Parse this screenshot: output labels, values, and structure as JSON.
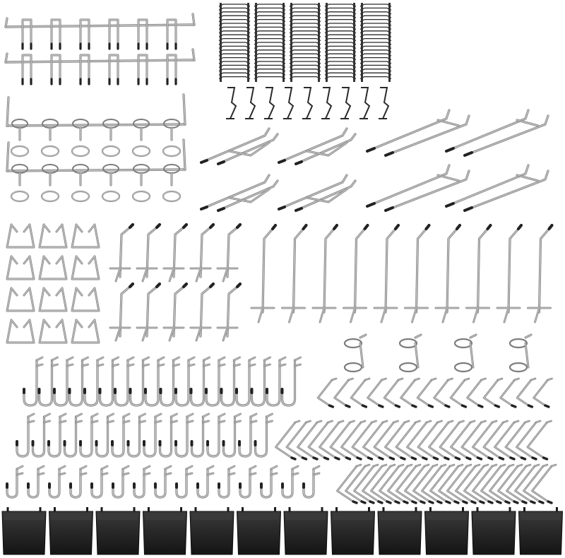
{
  "image": {
    "subject": "pegboard-hook-assortment",
    "background_color": "#ffffff",
    "colors": {
      "metal": "#b9b9b9",
      "metal_dark": "#7d7d7d",
      "metal_light": "#e6e6e6",
      "cap": "#222222",
      "bin": "#1d1d1d",
      "bin_light": "#3a3a3a"
    }
  },
  "groups": [
    {
      "id": "double-rail-strips",
      "count": 2
    },
    {
      "id": "zigzag-spring-clips",
      "count": 5
    },
    {
      "id": "loop-hook-strips",
      "count": 2
    },
    {
      "id": "double-prong-shelf-hooks",
      "count": 4
    },
    {
      "id": "long-double-prong-hooks",
      "count": 4
    },
    {
      "id": "bent-wire-clips",
      "count": 12
    },
    {
      "id": "short-straight-hooks",
      "count": 10
    },
    {
      "id": "long-straight-hooks",
      "count": 10
    },
    {
      "id": "ring-holders",
      "count": 4
    },
    {
      "id": "large-j-hooks",
      "count": 18
    },
    {
      "id": "medium-j-hooks",
      "count": 16
    },
    {
      "id": "small-j-hooks",
      "count": 15
    },
    {
      "id": "small-l-hooks",
      "count": 14
    },
    {
      "id": "angled-l-hooks-row-1",
      "count": 24
    },
    {
      "id": "angled-l-hooks-row-2",
      "count": 24
    },
    {
      "id": "storage-bins",
      "count": 12
    }
  ]
}
